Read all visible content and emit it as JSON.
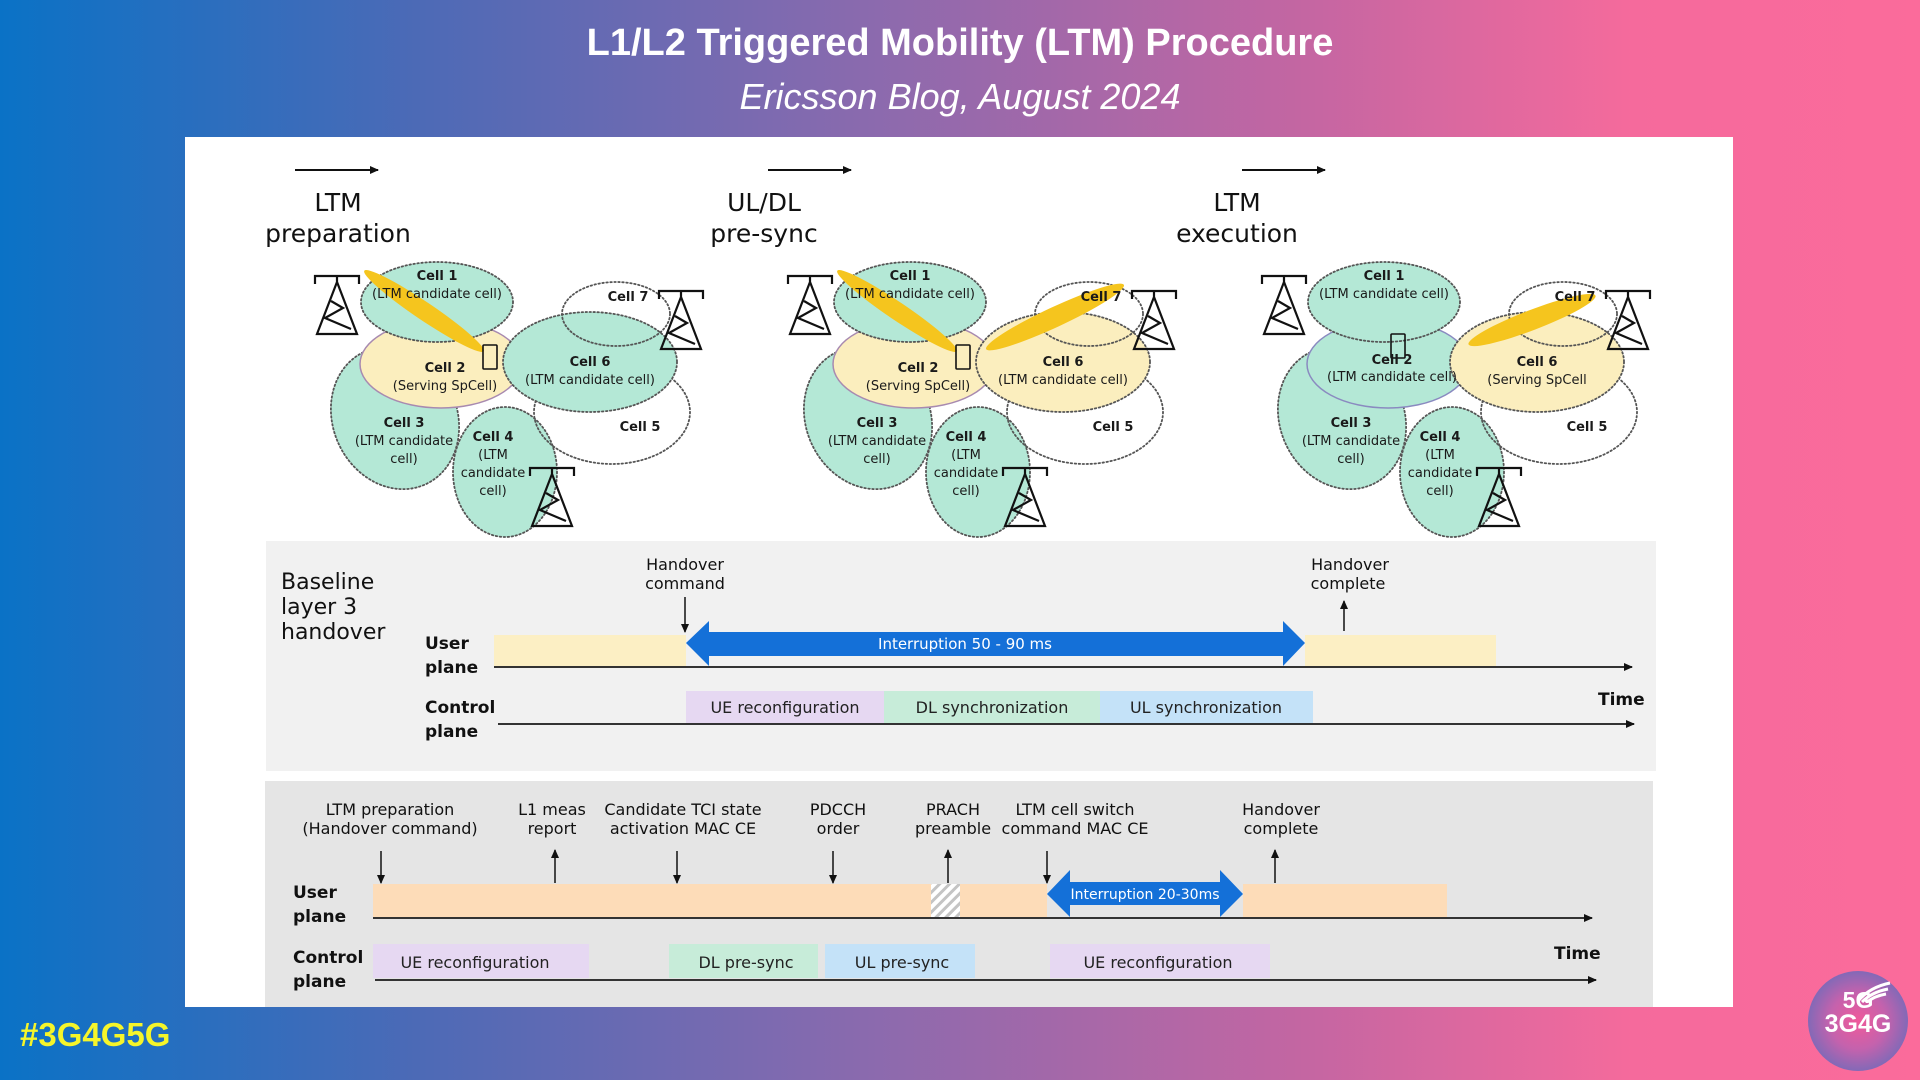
{
  "header": {
    "title": "L1/L2 Triggered Mobility (LTM) Procedure",
    "subtitle": "Ericsson Blog, August 2024"
  },
  "footer": {
    "hashtag": "#3G4G5G",
    "logo_line1": "5G",
    "logo_line2": "3G4G"
  },
  "colors": {
    "candidate_cell": "#b4e8d6",
    "serving_cell": "#fbeebe",
    "beam": "#f5c51e",
    "interruption_arrow": "#1470d8",
    "user_plane_baseline": "#fcefc4",
    "user_plane_ltm": "#fddcb8",
    "ue_reconfiguration": "#e6d8f2",
    "dl_sync": "#c7ecd9",
    "ul_sync": "#c4e2f8",
    "baseline_panel": "#f1f1f1",
    "ltm_panel": "#e5e5e5"
  },
  "scenes": [
    {
      "title_line1": "LTM",
      "title_line2": "preparation",
      "cells": {
        "cell1": {
          "name": "Cell 1",
          "role": "(LTM candidate cell)",
          "state": "candidate"
        },
        "cell2": {
          "name": "Cell 2",
          "role": "(Serving SpCell)",
          "state": "serving"
        },
        "cell3": {
          "name": "Cell 3",
          "role_line1": "(LTM candidate",
          "role_line2": "cell)",
          "state": "candidate"
        },
        "cell4": {
          "name": "Cell 4",
          "role_line1": "(LTM",
          "role_line2": "candidate",
          "role_line3": "cell)",
          "state": "candidate"
        },
        "cell5": {
          "name": "Cell 5",
          "state": "none"
        },
        "cell6": {
          "name": "Cell 6",
          "role": "(LTM candidate cell)",
          "state": "candidate"
        },
        "cell7": {
          "name": "Cell 7",
          "state": "none"
        }
      },
      "beams": [
        "tower1"
      ]
    },
    {
      "title_line1": "UL/DL",
      "title_line2": "pre-sync",
      "cells": {
        "cell1": {
          "name": "Cell 1",
          "role": "(LTM candidate cell)",
          "state": "candidate"
        },
        "cell2": {
          "name": "Cell 2",
          "role": "(Serving SpCell)",
          "state": "serving"
        },
        "cell3": {
          "name": "Cell 3",
          "role_line1": "(LTM candidate",
          "role_line2": "cell)",
          "state": "candidate"
        },
        "cell4": {
          "name": "Cell 4",
          "role_line1": "(LTM",
          "role_line2": "candidate",
          "role_line3": "cell)",
          "state": "candidate"
        },
        "cell5": {
          "name": "Cell 5",
          "state": "none"
        },
        "cell6": {
          "name": "Cell 6",
          "role": "(LTM candidate cell)",
          "state": "presync"
        },
        "cell7": {
          "name": "Cell 7",
          "state": "none"
        }
      },
      "beams": [
        "tower1",
        "tower7"
      ]
    },
    {
      "title_line1": "LTM",
      "title_line2": "execution",
      "cells": {
        "cell1": {
          "name": "Cell 1",
          "role": "(LTM candidate cell)",
          "state": "candidate"
        },
        "cell2": {
          "name": "Cell 2",
          "role": "(LTM candidate cell)",
          "state": "candidate_outlined"
        },
        "cell3": {
          "name": "Cell 3",
          "role_line1": "(LTM candidate",
          "role_line2": "cell)",
          "state": "candidate"
        },
        "cell4": {
          "name": "Cell 4",
          "role_line1": "(LTM",
          "role_line2": "candidate",
          "role_line3": "cell)",
          "state": "candidate"
        },
        "cell5": {
          "name": "Cell 5",
          "state": "none"
        },
        "cell6": {
          "name": "Cell 6",
          "role": "(Serving SpCell",
          "state": "serving_dotted"
        },
        "cell7": {
          "name": "Cell 7",
          "state": "none"
        }
      },
      "beams": [
        "tower7_exec"
      ]
    }
  ],
  "baseline": {
    "title_line1": "Baseline",
    "title_line2": "layer 3",
    "title_line3": "handover",
    "user_plane_line1": "User",
    "user_plane_line2": "plane",
    "control_plane_line1": "Control",
    "control_plane_line2": "plane",
    "time_label": "Time",
    "events": [
      {
        "label_line1": "Handover",
        "label_line2": "command",
        "direction": "down"
      },
      {
        "label_line1": "Handover",
        "label_line2": "complete",
        "direction": "up"
      }
    ],
    "interruption_label": "Interruption 50 - 90 ms",
    "control_blocks": [
      {
        "label": "UE reconfiguration",
        "kind": "ue_reconfiguration"
      },
      {
        "label": "DL synchronization",
        "kind": "dl_sync"
      },
      {
        "label": "UL synchronization",
        "kind": "ul_sync"
      }
    ]
  },
  "ltm": {
    "user_plane_line1": "User",
    "user_plane_line2": "plane",
    "control_plane_line1": "Control",
    "control_plane_line2": "plane",
    "time_label": "Time",
    "events": [
      {
        "label_line1": "LTM preparation",
        "label_line2": "(Handover command)",
        "direction": "down"
      },
      {
        "label_line1": "L1 meas",
        "label_line2": "report",
        "direction": "up"
      },
      {
        "label_line1": "Candidate TCI state",
        "label_line2": "activation MAC CE",
        "direction": "down"
      },
      {
        "label_line1": "PDCCH",
        "label_line2": "order",
        "direction": "down"
      },
      {
        "label_line1": "PRACH",
        "label_line2": "preamble",
        "direction": "up"
      },
      {
        "label_line1": "LTM cell switch",
        "label_line2": "command MAC CE",
        "direction": "down"
      },
      {
        "label_line1": "Handover",
        "label_line2": "complete",
        "direction": "up"
      }
    ],
    "interruption_label": "Interruption 20-30ms",
    "control_blocks": [
      {
        "label": "UE reconfiguration",
        "kind": "ue_reconfiguration"
      },
      {
        "label": "DL pre-sync",
        "kind": "dl_sync"
      },
      {
        "label": "UL pre-sync",
        "kind": "ul_sync"
      },
      {
        "label": "UE reconfiguration",
        "kind": "ue_reconfiguration"
      }
    ]
  }
}
